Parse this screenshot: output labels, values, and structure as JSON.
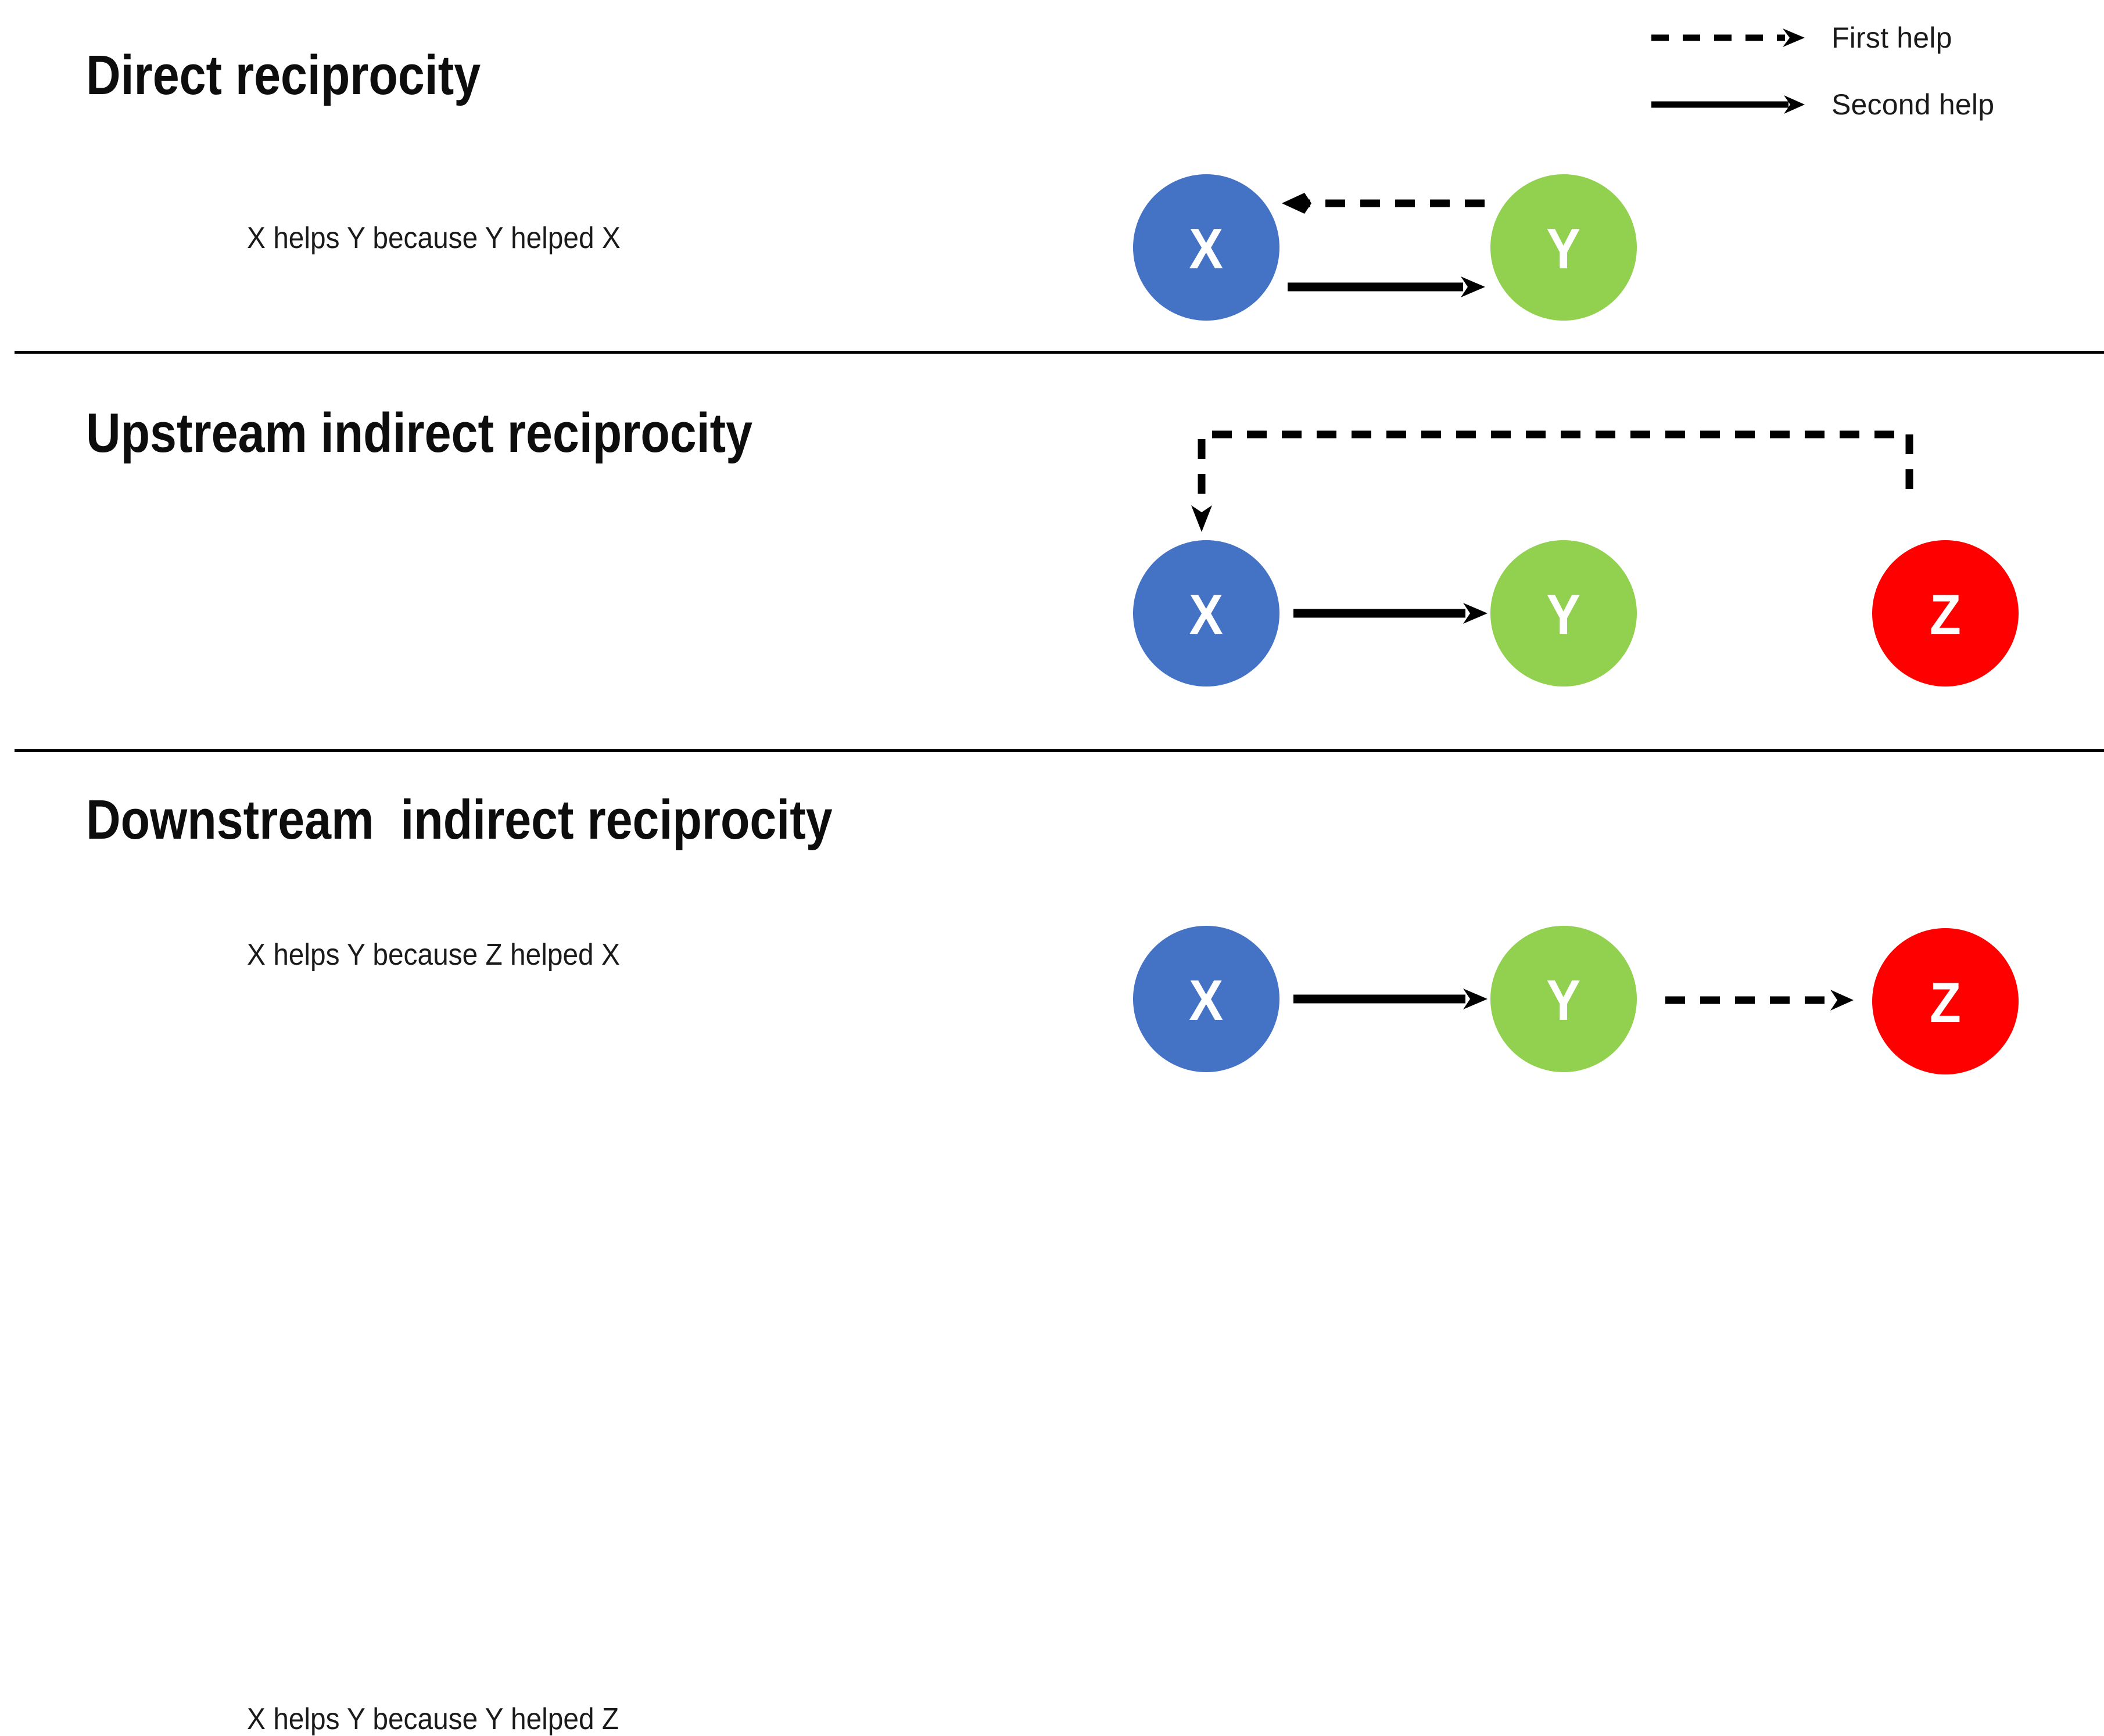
{
  "legend": {
    "items": [
      {
        "id": "first-help",
        "label": "First help",
        "style": "dashed"
      },
      {
        "id": "second-help",
        "label": "Second help",
        "style": "solid"
      }
    ]
  },
  "colors": {
    "node_x": "#4472C4",
    "node_y": "#92D050",
    "node_z": "#FF0000",
    "edge": "#000000",
    "text": "#1a1a1a",
    "background": "#FFFFFF"
  },
  "sections": [
    {
      "id": "direct-reciprocity",
      "title": "Direct reciprocity",
      "description": "X helps Y because Y helped X",
      "nodes": [
        {
          "id": "x",
          "label": "X",
          "color": "#4472C4"
        },
        {
          "id": "y",
          "label": "Y",
          "color": "#92D050"
        }
      ],
      "edges": [
        {
          "from": "y",
          "to": "x",
          "style": "dashed",
          "role": "first help"
        },
        {
          "from": "x",
          "to": "y",
          "style": "solid",
          "role": "second help"
        }
      ]
    },
    {
      "id": "upstream-indirect-reciprocity",
      "title": "Upstream indirect reciprocity",
      "description": "X helps Y because Z helped X",
      "nodes": [
        {
          "id": "x",
          "label": "X",
          "color": "#4472C4"
        },
        {
          "id": "y",
          "label": "Y",
          "color": "#92D050"
        },
        {
          "id": "z",
          "label": "Z",
          "color": "#FF0000"
        }
      ],
      "edges": [
        {
          "from": "z",
          "to": "x",
          "style": "dashed",
          "role": "first help"
        },
        {
          "from": "x",
          "to": "y",
          "style": "solid",
          "role": "second help"
        }
      ]
    },
    {
      "id": "downstream-indirect-reciprocity",
      "title": "Downstream  indirect reciprocity",
      "description": "X helps Y because Y helped Z",
      "nodes": [
        {
          "id": "x",
          "label": "X",
          "color": "#4472C4"
        },
        {
          "id": "y",
          "label": "Y",
          "color": "#92D050"
        },
        {
          "id": "z",
          "label": "Z",
          "color": "#FF0000"
        }
      ],
      "edges": [
        {
          "from": "x",
          "to": "y",
          "style": "solid",
          "role": "second help"
        },
        {
          "from": "y",
          "to": "z",
          "style": "dashed",
          "role": "first help"
        }
      ]
    }
  ]
}
